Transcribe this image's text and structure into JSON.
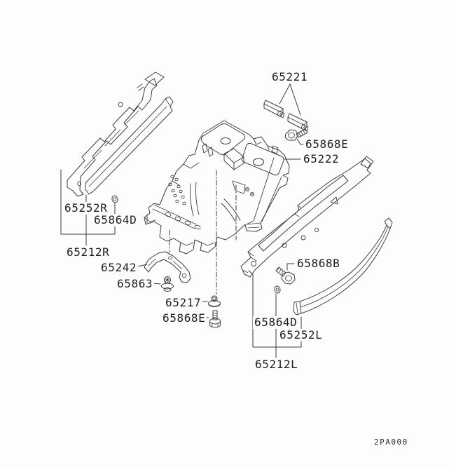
{
  "diagram": {
    "background_color": "#fdfdfd",
    "line_color": "#3b3b3b",
    "drawing_code": "2PA000",
    "labels": [
      {
        "id": "65221",
        "text": "65221"
      },
      {
        "id": "65868E_top",
        "text": "65868E"
      },
      {
        "id": "65222",
        "text": "65222"
      },
      {
        "id": "65252R",
        "text": "65252R"
      },
      {
        "id": "65864D_left",
        "text": "65864D"
      },
      {
        "id": "65212R",
        "text": "65212R"
      },
      {
        "id": "65242",
        "text": "65242"
      },
      {
        "id": "65863",
        "text": "65863"
      },
      {
        "id": "65217",
        "text": "65217"
      },
      {
        "id": "65868E_bottom",
        "text": "65868E"
      },
      {
        "id": "65868B",
        "text": "65868B"
      },
      {
        "id": "65864D_right",
        "text": "65864D"
      },
      {
        "id": "65252L",
        "text": "65252L"
      },
      {
        "id": "65212L",
        "text": "65212L"
      }
    ]
  }
}
